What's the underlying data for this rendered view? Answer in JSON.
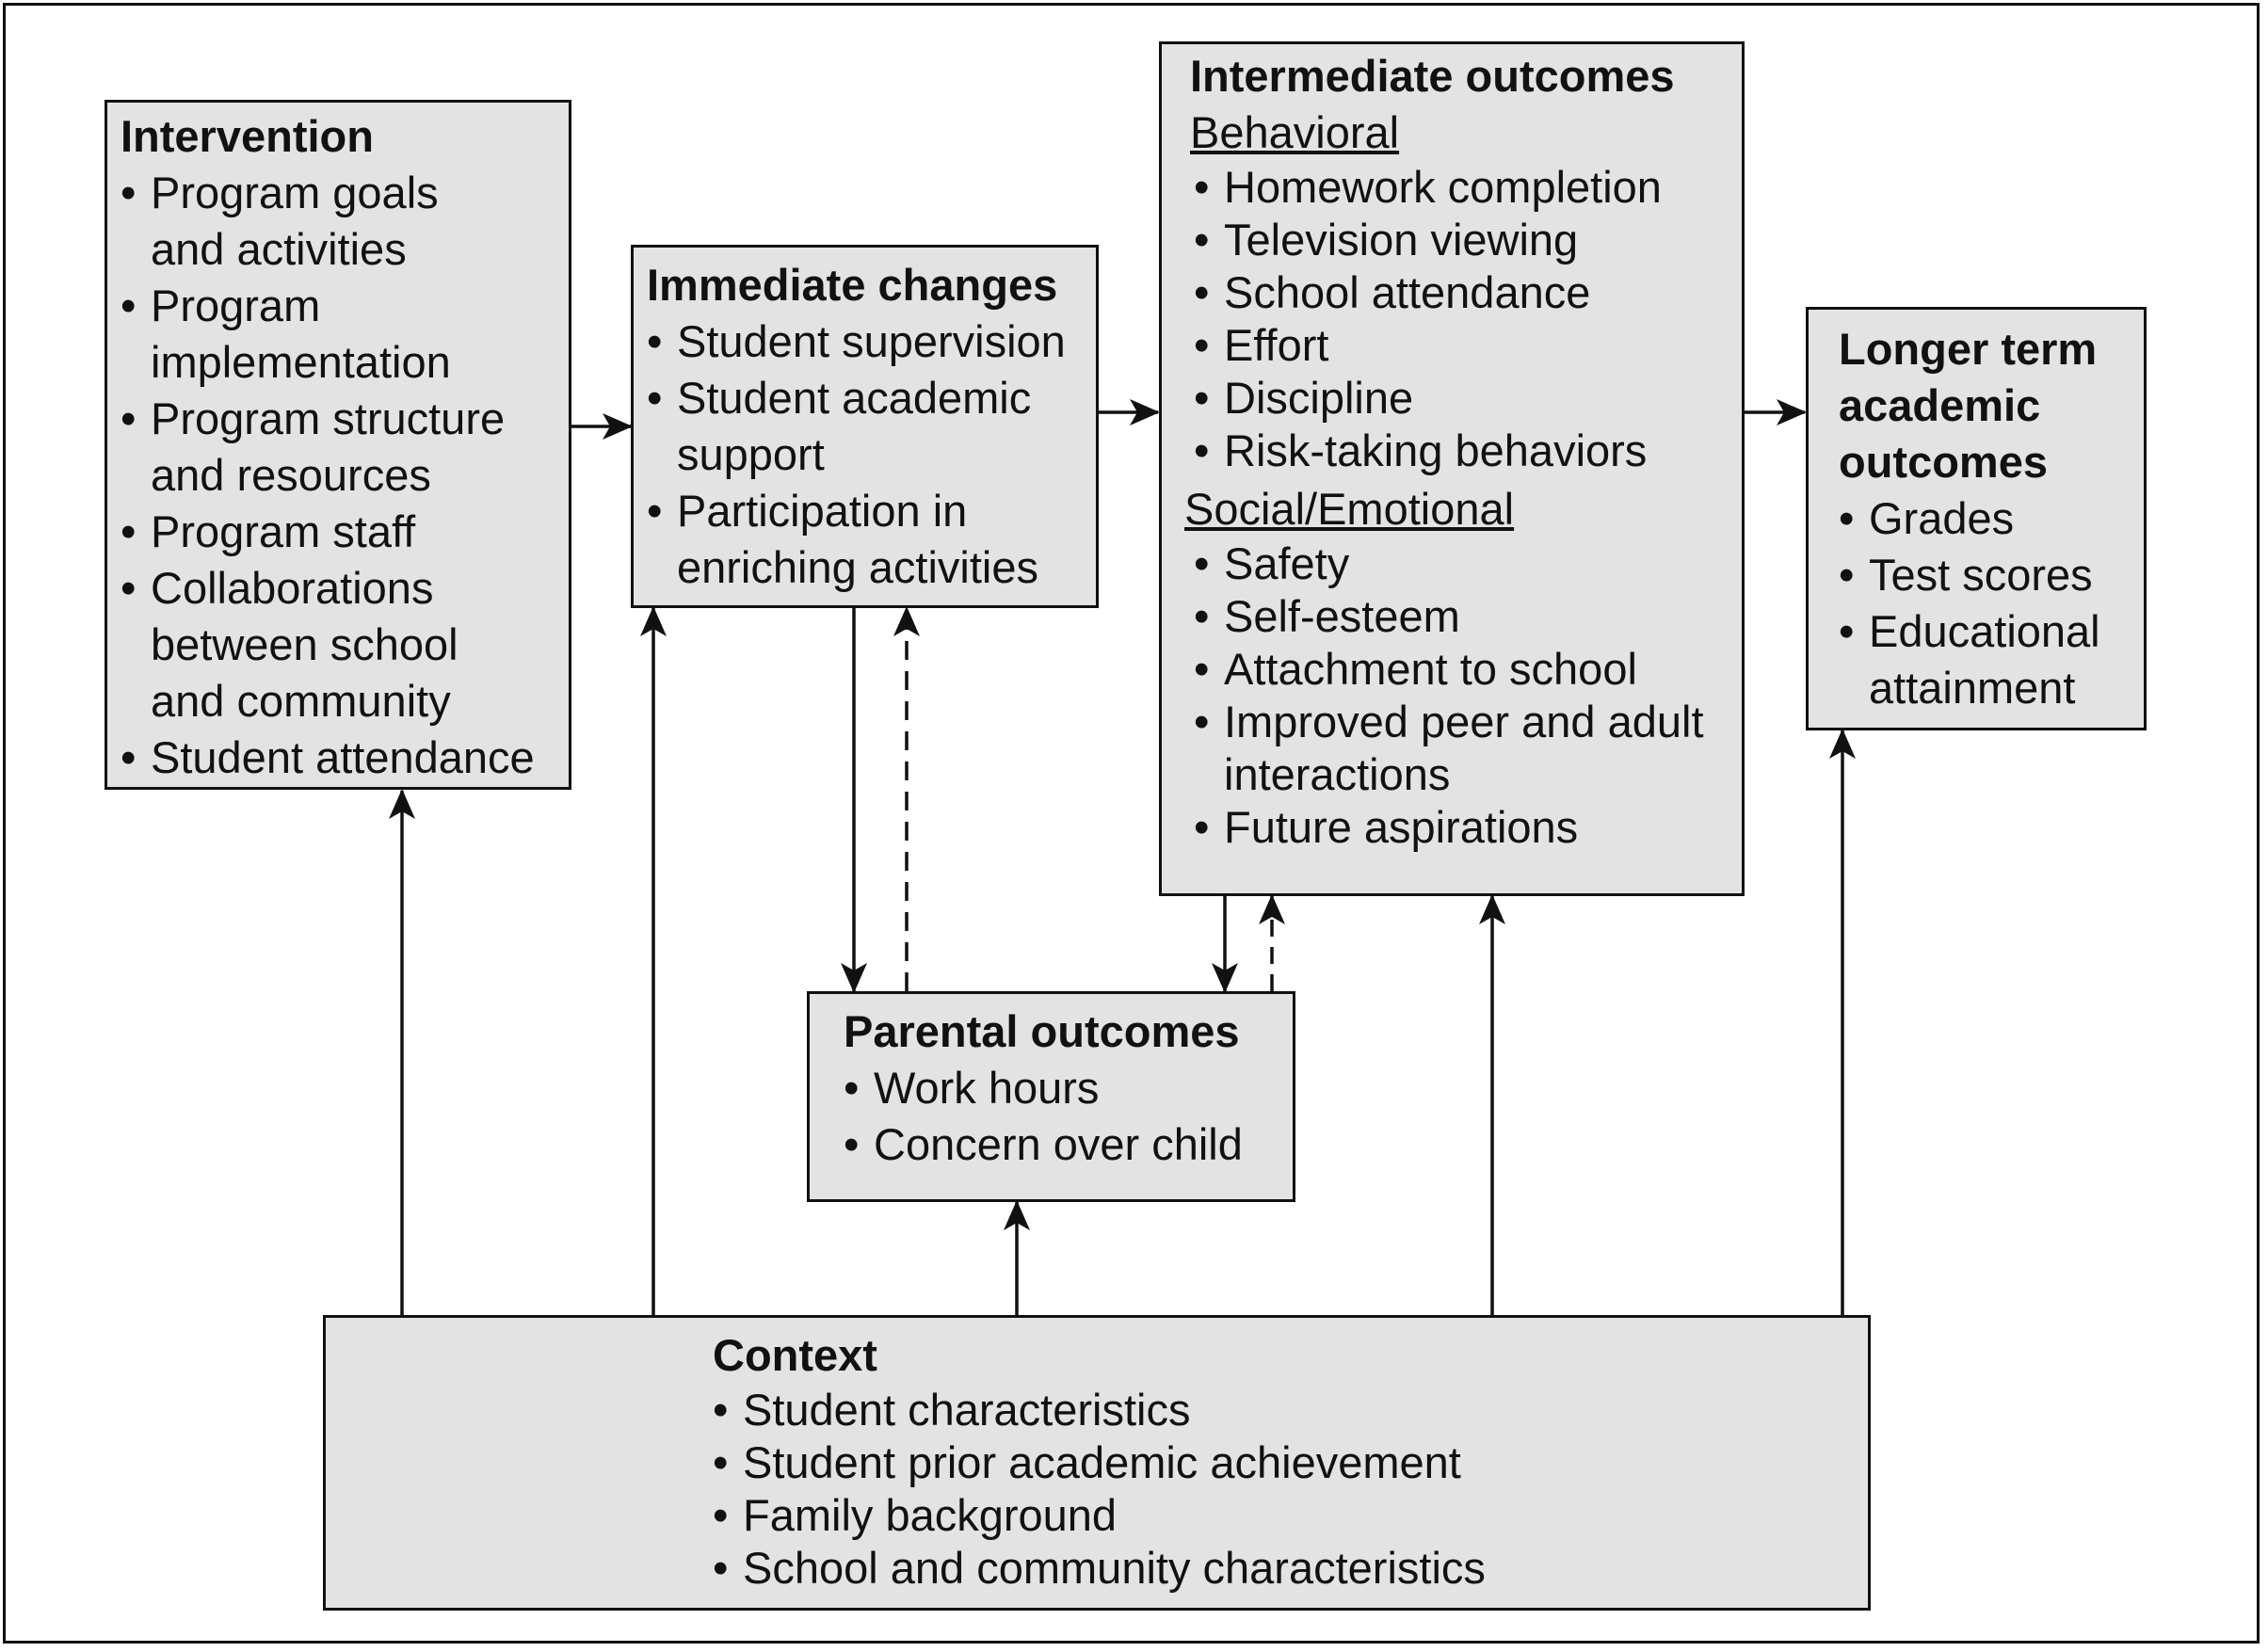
{
  "intervention": {
    "title": "Intervention",
    "items": [
      "Program goals\nand activities",
      "Program\nimplementation",
      "Program structure\nand resources",
      "Program staff",
      "Collaborations\nbetween school\nand community",
      "Student attendance"
    ]
  },
  "immediate": {
    "title": "Immediate changes",
    "items": [
      "Student supervision",
      "Student academic\nsupport",
      "Participation in\nenriching activities"
    ]
  },
  "intermediate": {
    "title": "Intermediate outcomes",
    "behavioral_label": "Behavioral",
    "behavioral_items": [
      "Homework completion",
      "Television viewing",
      "School attendance",
      "Effort",
      "Discipline",
      "Risk-taking behaviors"
    ],
    "social_label": "Social/Emotional",
    "social_items": [
      "Safety",
      "Self-esteem",
      "Attachment to school",
      "Improved peer and adult\ninteractions",
      "Future aspirations"
    ]
  },
  "longer_term": {
    "title": "Longer term\nacademic\noutcomes",
    "items": [
      "Grades",
      "Test scores",
      "Educational\nattainment"
    ]
  },
  "parental": {
    "title": "Parental outcomes",
    "items": [
      "Work hours",
      "Concern over child"
    ]
  },
  "context": {
    "title": "Context",
    "items": [
      "Student characteristics",
      "Student prior academic achievement",
      "Family background",
      "School and community characteristics"
    ]
  },
  "colors": {
    "box_fill": "#e3e3e3",
    "line": "#111111"
  }
}
